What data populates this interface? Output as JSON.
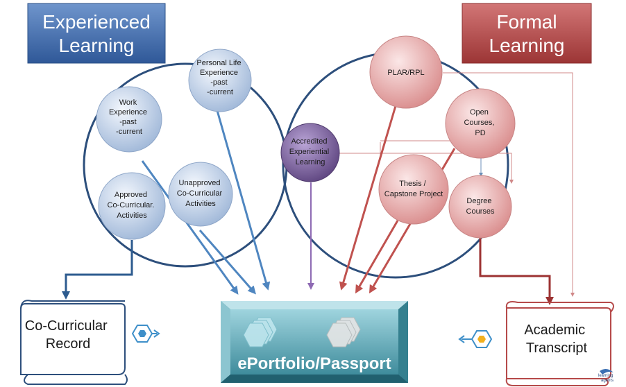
{
  "boxes": {
    "experienced_line1": "Experienced",
    "experienced_line2": "Learning",
    "formal_line1": "Formal",
    "formal_line2": "Learning"
  },
  "nodes": {
    "personal_life": [
      "Personal Life",
      "Experience",
      "-past",
      "-current"
    ],
    "work_experience": [
      "Work",
      "Experience",
      "-past",
      "-current"
    ],
    "approved": [
      "Approved",
      "Co-Curricular.",
      "Activities"
    ],
    "unapproved": [
      "Unapproved",
      "Co-Curricular",
      "Activities"
    ],
    "accredited": [
      "Accredited",
      "Experiential",
      "Learning"
    ],
    "plar": [
      "PLAR/RPL"
    ],
    "open_courses": [
      "Open",
      "Courses,",
      "PD"
    ],
    "thesis": [
      "Thesis /",
      "Capstone Project"
    ],
    "degree": [
      "Degree",
      "Courses"
    ]
  },
  "records": {
    "co_curricular": [
      "Co-Curricular",
      "Record"
    ],
    "academic": [
      "Academic",
      "Transcript"
    ]
  },
  "passport": {
    "label": "ePortfolio/Passport"
  },
  "brand": {
    "line1": "learning",
    "line2": "agents"
  },
  "colors": {
    "experienced_box": "#4a74b3",
    "formal_box": "#b64a4a",
    "circle_outline": "#2d4f7c",
    "blue_node": "#c9d7ea",
    "red_node": "#e9b3b3",
    "purple_node": "#7a5f9a",
    "blue_arrow": "#4f86c0",
    "red_arrow": "#c0524f",
    "purple_arrow": "#8e6ab3",
    "passport": "#5fa9b8"
  }
}
